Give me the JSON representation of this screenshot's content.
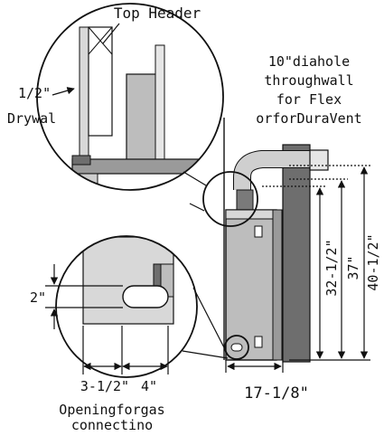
{
  "labels": {
    "top_header": "Top Header",
    "drywall_size": "1/2\"",
    "drywall": "Drywal",
    "hole_line1": "10\"diahole",
    "hole_line2": "throughwall",
    "hole_line3": "for Flex",
    "hole_line4": "orforDuraVent",
    "dim_2": "2\"",
    "dim_3_half": "3-1/2\"",
    "dim_4": "4\"",
    "dim_17": "17-1/8\"",
    "dim_32": "32-1/2\"",
    "dim_37": "37\"",
    "dim_40": "40-1/2\"",
    "opening_line1": "Openingforgas",
    "opening_line2": "connectino"
  },
  "colors": {
    "line": "#111111",
    "wall_dark": "#6e6e6e",
    "wall_light": "#d8d8d8",
    "heater_gray": "#bdbdbd",
    "pipe_gray": "#cfcfcf",
    "vent_dark": "#7a7a7a"
  }
}
